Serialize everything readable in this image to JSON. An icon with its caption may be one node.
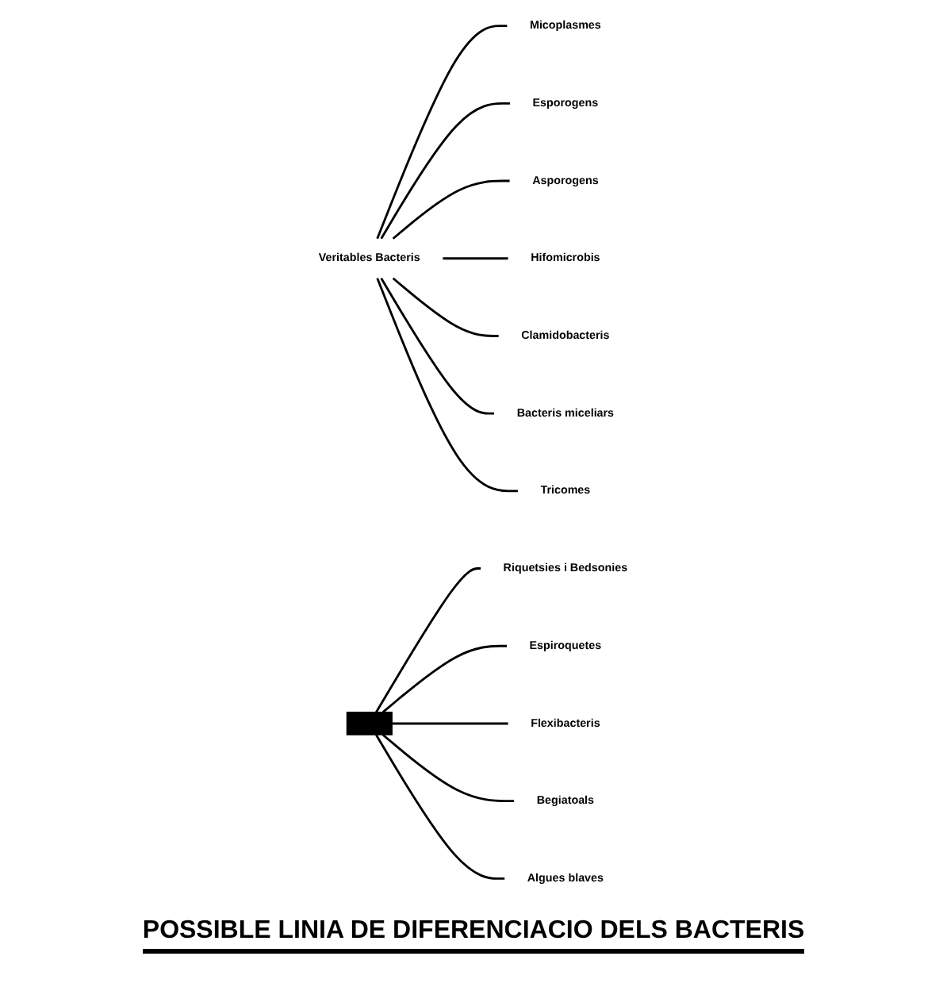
{
  "diagram": {
    "title": "POSSIBLE LINIA DE DIFERENCIACIO DELS BACTERIS",
    "nodes": [
      {
        "text": [
          "Micoplasmes"
        ]
      },
      {
        "text": [
          "Esporogens"
        ]
      },
      {
        "text": [
          "Asporogens"
        ]
      },
      {
        "text": [
          "Hifomicrobis"
        ]
      },
      {
        "text": [
          "Clamidobacteris"
        ]
      },
      {
        "text": [
          "Bacteris miceliars"
        ]
      },
      {
        "text": [
          "Tricomes"
        ]
      },
      {
        "text": [
          "Veritables Bacteris"
        ]
      },
      {
        "text": [],
        "shape": "bar"
      },
      {
        "text": [
          "Riquetsies i Bedsonies"
        ]
      },
      {
        "text": [
          "Espiroquetes"
        ]
      },
      {
        "text": [
          "Flexibacteris"
        ]
      },
      {
        "text": [
          "Begiatoals"
        ]
      },
      {
        "text": [
          "Algues blaves"
        ]
      }
    ],
    "edges": [
      {
        "from": 7,
        "to": 0,
        "arrow": "none"
      },
      {
        "from": 7,
        "to": 1,
        "arrow": "none"
      },
      {
        "from": 7,
        "to": 2,
        "arrow": "none"
      },
      {
        "from": 7,
        "to": 3,
        "arrow": "none"
      },
      {
        "from": 7,
        "to": 4,
        "arrow": "none"
      },
      {
        "from": 7,
        "to": 5,
        "arrow": "none"
      },
      {
        "from": 7,
        "to": 6,
        "arrow": "none"
      },
      {
        "from": 8,
        "to": 9,
        "arrow": "none"
      },
      {
        "from": 8,
        "to": 10,
        "arrow": "none"
      },
      {
        "from": 8,
        "to": 11,
        "arrow": "none"
      },
      {
        "from": 8,
        "to": 12,
        "arrow": "none"
      },
      {
        "from": 8,
        "to": 13,
        "arrow": "none"
      }
    ]
  }
}
